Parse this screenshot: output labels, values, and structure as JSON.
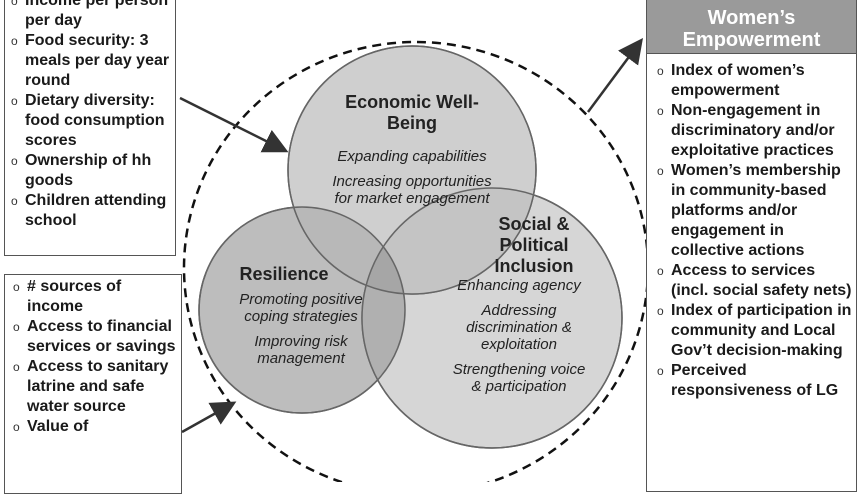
{
  "right_panel": {
    "title_line1": "Women’s",
    "title_line2": "Empowerment",
    "items": [
      "Index of women’s empowerment",
      "Non-engagement in discriminatory and/or exploitative practices",
      "Women’s membership in community-based platforms and/or engagement in collective actions",
      "Access to services (incl. social safety nets)",
      "Index of participation in community and Local Gov’t decision-making",
      "Perceived responsiveness of LG"
    ]
  },
  "top_left_panel": {
    "items": [
      "Income per person per day",
      "Food security: 3 meals per day year round",
      "Dietary diversity: food consumption scores",
      "Ownership of hh goods",
      "Children attending school"
    ]
  },
  "bottom_left_panel": {
    "items": [
      "# sources of income",
      "Access to financial services or savings",
      "Access to sanitary latrine and safe water source",
      "Value of"
    ]
  },
  "circles": {
    "economic": {
      "title_line1": "Economic Well-",
      "title_line2": "Being",
      "items": [
        "Expanding capabilities",
        "Increasing opportunities",
        "for market engagement"
      ]
    },
    "resilience": {
      "title": "Resilience",
      "items": [
        "Promoting positive",
        "coping strategies",
        "Improving risk",
        "management"
      ]
    },
    "social": {
      "title_line1": "Social &",
      "title_line2": "Political",
      "title_line3": "Inclusion",
      "items": [
        "Enhancing agency",
        "Addressing",
        "discrimination &",
        "exploitation",
        "Strengthening voice",
        "& participation"
      ]
    }
  },
  "colors": {
    "circle_economic": "#cfcfcf",
    "circle_resilience": "#bdbdbd",
    "circle_social": "#d6d6d6",
    "overlap": "#a6a6a6",
    "header_bg": "#9a9a9a"
  }
}
